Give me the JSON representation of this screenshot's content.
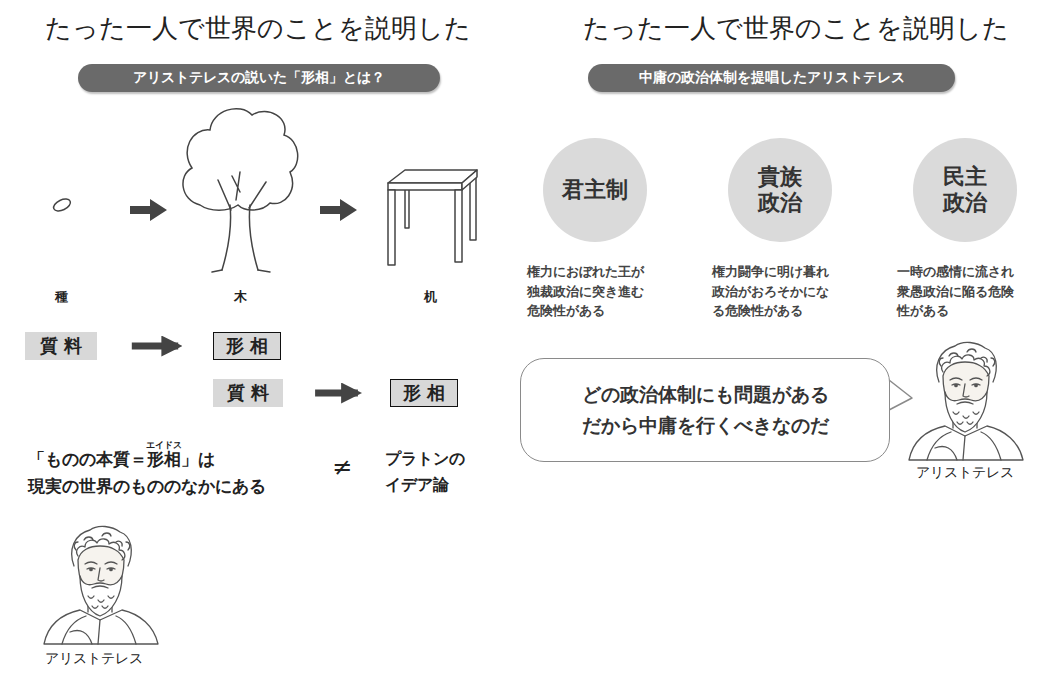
{
  "diagram": {
    "title": "たった一人で世界のことを説明した",
    "nodes": [
      {
        "text": [
          "アリストテレスの説いた「形相」とは？"
        ]
      },
      {
        "text": [
          "質料"
        ]
      },
      {
        "text": [
          "形相"
        ]
      },
      {
        "text": [
          "質料"
        ]
      },
      {
        "text": [
          "形相"
        ]
      },
      {
        "text": [
          "中庸の政治体制を提唱したアリストテレス"
        ]
      },
      {
        "text": [
          "君主制",
          "権力におぼれた王が 独裁政治に突き進む 危険性がある"
        ]
      },
      {
        "text": [
          "貴族 政治",
          "権力闘争に明け暮れ 政治がおろそかにな る危険性がある"
        ]
      },
      {
        "text": [
          "民主 政治",
          "一時の感情に流され 衆愚政治に陥る危険 性がある"
        ]
      },
      {
        "text": [
          "どの政治体制にも問題がある だから中庸を行くべきなのだ"
        ]
      }
    ],
    "edges": [
      {
        "from": 1,
        "to": 2,
        "arrow": "to"
      },
      {
        "from": 3,
        "to": 4,
        "arrow": "to"
      }
    ],
    "labels": [
      "たった一人で世界のことを説明した",
      "種",
      "木",
      "机",
      "エイドス",
      "「ものの本質＝形相」は 現実の世界のもののなかにある",
      "≠",
      "プラトンの イデア論",
      "アリストテレス",
      "アリストテレス"
    ]
  }
}
